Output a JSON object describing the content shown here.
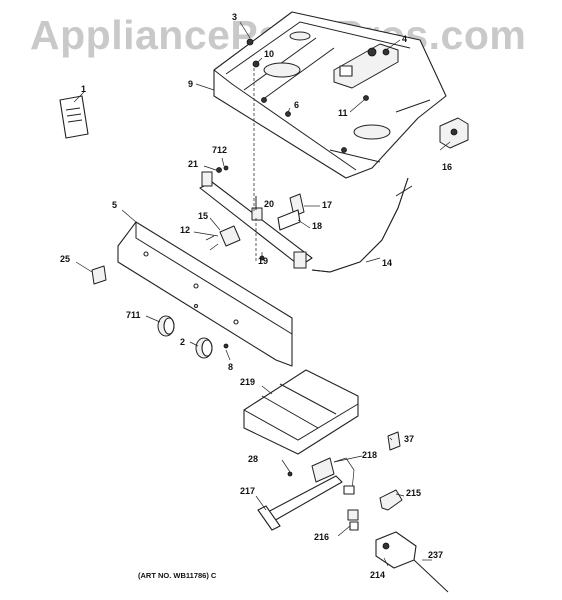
{
  "watermark": "AppliancePartsPros.com",
  "caption": "(ART NO. WB11786) C",
  "callouts": {
    "c1": "1",
    "c2": "2",
    "c3": "3",
    "c4": "4",
    "c5": "5",
    "c6": "6",
    "c8": "8",
    "c9": "9",
    "c10": "10",
    "c11": "11",
    "c12": "12",
    "c14": "14",
    "c15": "15",
    "c16": "16",
    "c17": "17",
    "c18": "18",
    "c19": "19",
    "c20": "20",
    "c21": "21",
    "c25": "25",
    "c28": "28",
    "c37": "37",
    "c214": "214",
    "c215": "215",
    "c216": "216",
    "c217": "217",
    "c218": "218",
    "c219": "219",
    "c237": "237",
    "c711": "711",
    "c712": "712"
  }
}
